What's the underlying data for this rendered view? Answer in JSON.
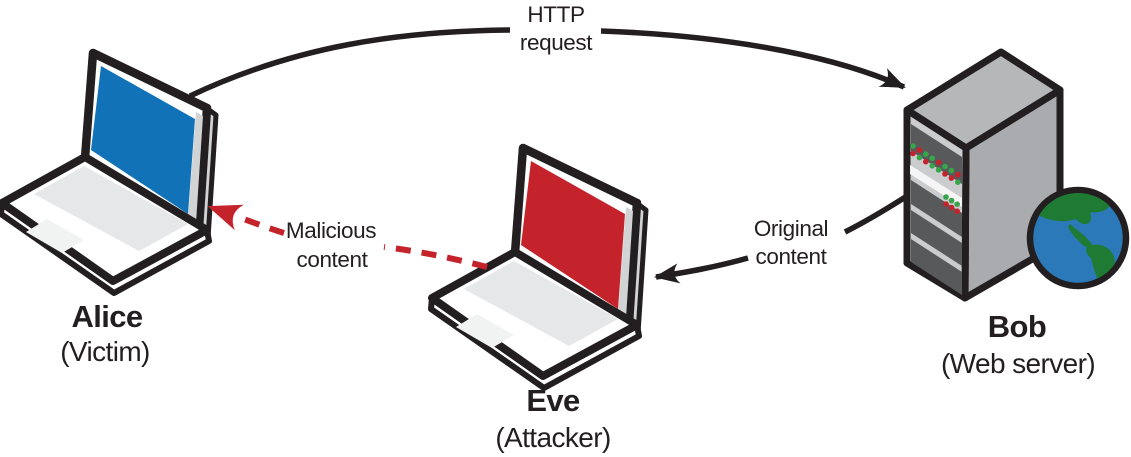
{
  "diagram": {
    "kind": "network-attack-flow",
    "nodes": [
      {
        "name": "Alice",
        "role": "(Victim)",
        "device": "laptop",
        "screen_color": "#1272B8"
      },
      {
        "name": "Eve",
        "role": "(Attacker)",
        "device": "laptop",
        "screen_color": "#C5232B"
      },
      {
        "name": "Bob",
        "role": "(Web server)",
        "device": "server-tower-with-globe"
      }
    ],
    "arrows": [
      {
        "label_line1": "HTTP",
        "label_line2": "request",
        "from": "Alice",
        "to": "Bob",
        "style": "solid",
        "color": "#231F20"
      },
      {
        "label_line1": "Original",
        "label_line2": "content",
        "from": "Bob",
        "to": "Eve",
        "style": "solid",
        "color": "#231F20"
      },
      {
        "label_line1": "Malicious",
        "label_line2": "content",
        "from": "Eve",
        "to": "Alice",
        "style": "dashed",
        "color": "#C5232B"
      }
    ]
  },
  "colors": {
    "outline": "#231F20",
    "laptop_body": "#FFFFFF",
    "laptop_keyboard": "#E6E7E8",
    "laptop_edge": "#D1D3D4",
    "server_front": "#CBCCCE",
    "server_top": "#B5B7B9",
    "server_side": "#A9ABAE",
    "server_slot": "#58595B",
    "led_green": "#39A54A",
    "led_red": "#C5232B",
    "globe_ocean": "#2B79B9",
    "globe_land": "#1F7A33"
  }
}
